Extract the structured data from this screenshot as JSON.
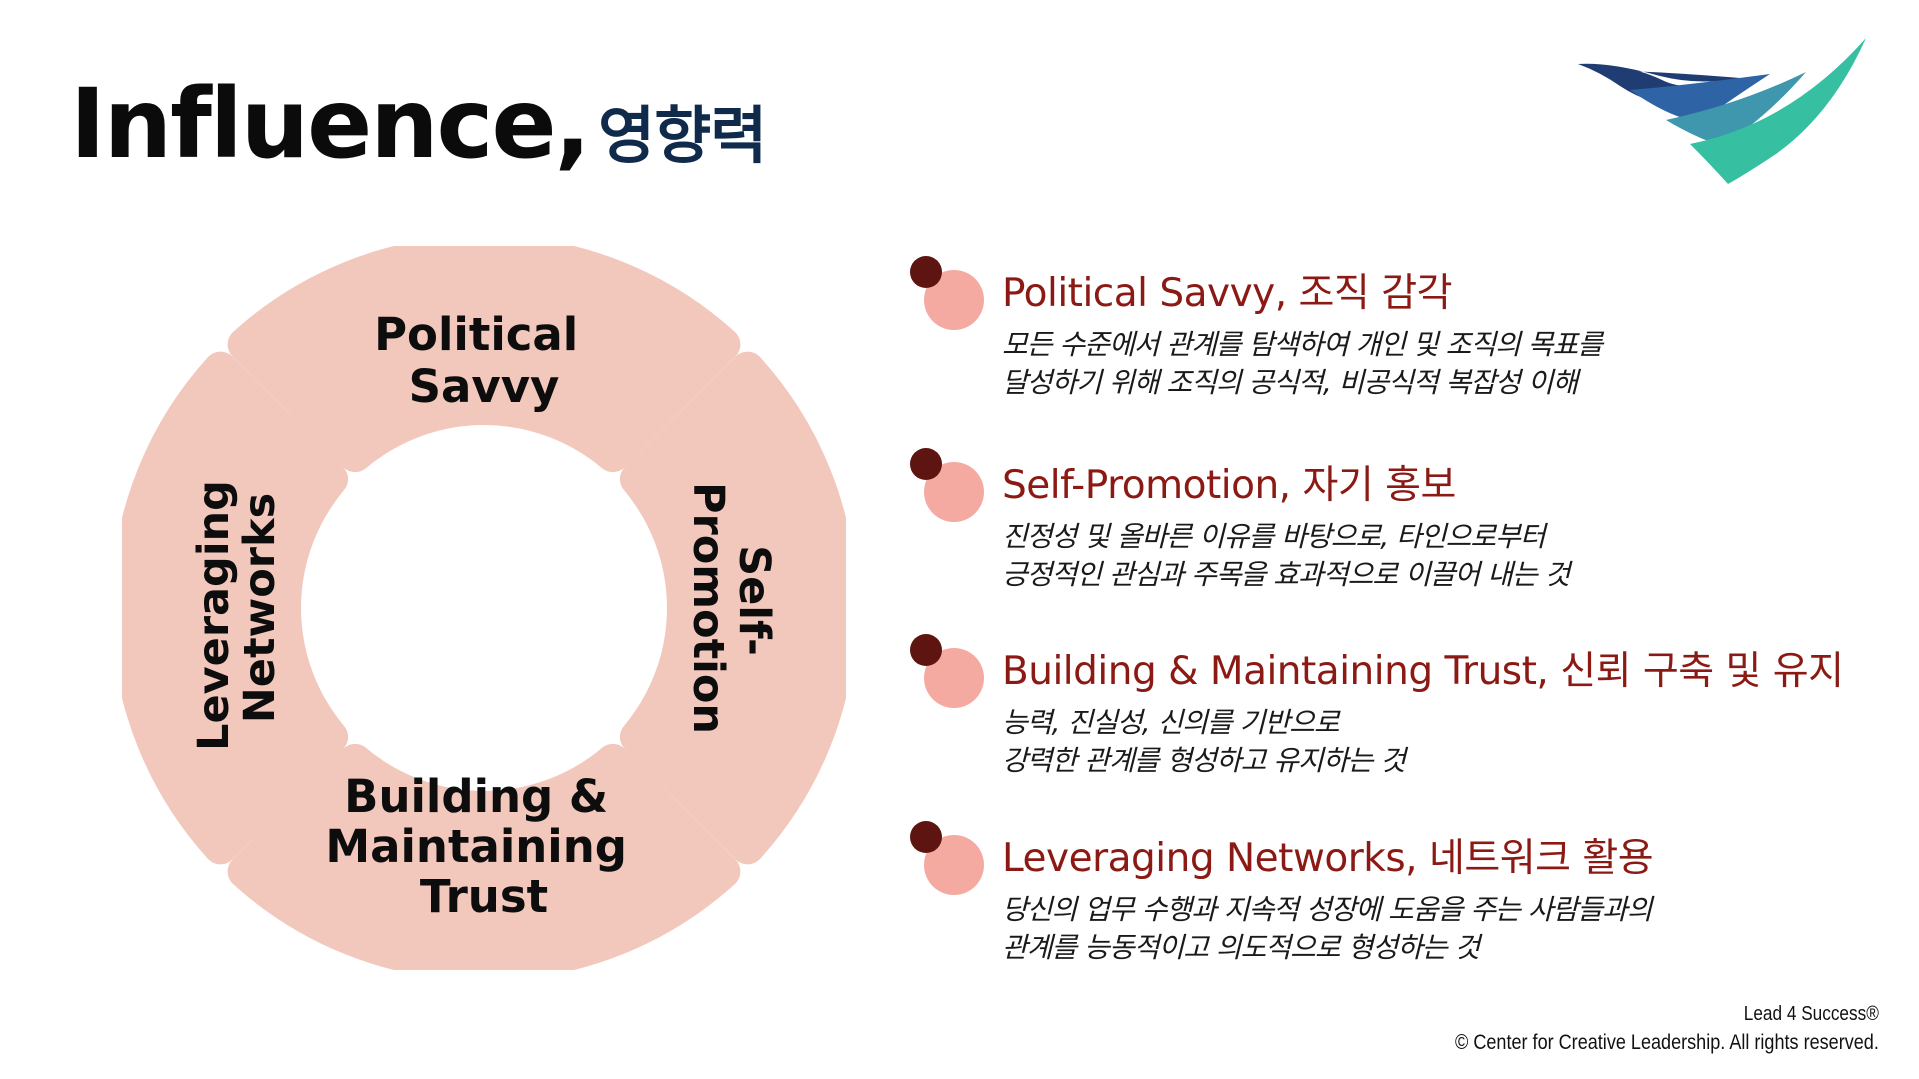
{
  "title": {
    "english": "Influence,",
    "korean": "영향력"
  },
  "diagram": {
    "segments": {
      "top": [
        "Political",
        "Savvy"
      ],
      "right": [
        "Self-",
        "Promotion"
      ],
      "bottom": [
        "Building &",
        "Maintaining",
        "Trust"
      ],
      "left": [
        "Leveraging",
        "Networks"
      ]
    }
  },
  "items": [
    {
      "title": "Political Savvy, 조직 감각",
      "desc": [
        "모든 수준에서 관계를 탐색하여 개인 및 조직의 목표를",
        "달성하기 위해 조직의 공식적, 비공식적 복잡성 이해"
      ]
    },
    {
      "title": "Self-Promotion, 자기 홍보",
      "desc": [
        "진정성 및 올바른 이유를 바탕으로, 타인으로부터",
        "긍정적인 관심과 주목을 효과적으로 이끌어 내는 것"
      ]
    },
    {
      "title": "Building & Maintaining Trust, 신뢰 구축 및 유지",
      "desc": [
        "능력, 진실성, 신의를 기반으로",
        "강력한 관계를 형성하고 유지하는 것"
      ]
    },
    {
      "title": "Leveraging Networks, 네트워크 활용",
      "desc": [
        "당신의 업무 수행과 지속적 성장에 도움을 주는 사람들과의",
        "관계를 능동적이고 의도적으로 형성하는 것"
      ]
    }
  ],
  "footer": {
    "line1": "Lead 4 Success®",
    "line2": "© Center for Creative Leadership. All rights reserved."
  },
  "colors": {
    "segment_fill": "#f2c7bc",
    "heading_red": "#8b1a15",
    "bullet_light": "#f5aaa1",
    "bullet_dark": "#5e1410",
    "title_navy": "#0f2a4a",
    "logo_navy": "#1f3d73",
    "logo_blue": "#2e64a6",
    "logo_teal": "#3e97ad",
    "logo_green": "#36bfa1"
  },
  "icons": {
    "logo": "ccl-swoosh-logo",
    "bullet": "double-circle-bullet-icon"
  }
}
